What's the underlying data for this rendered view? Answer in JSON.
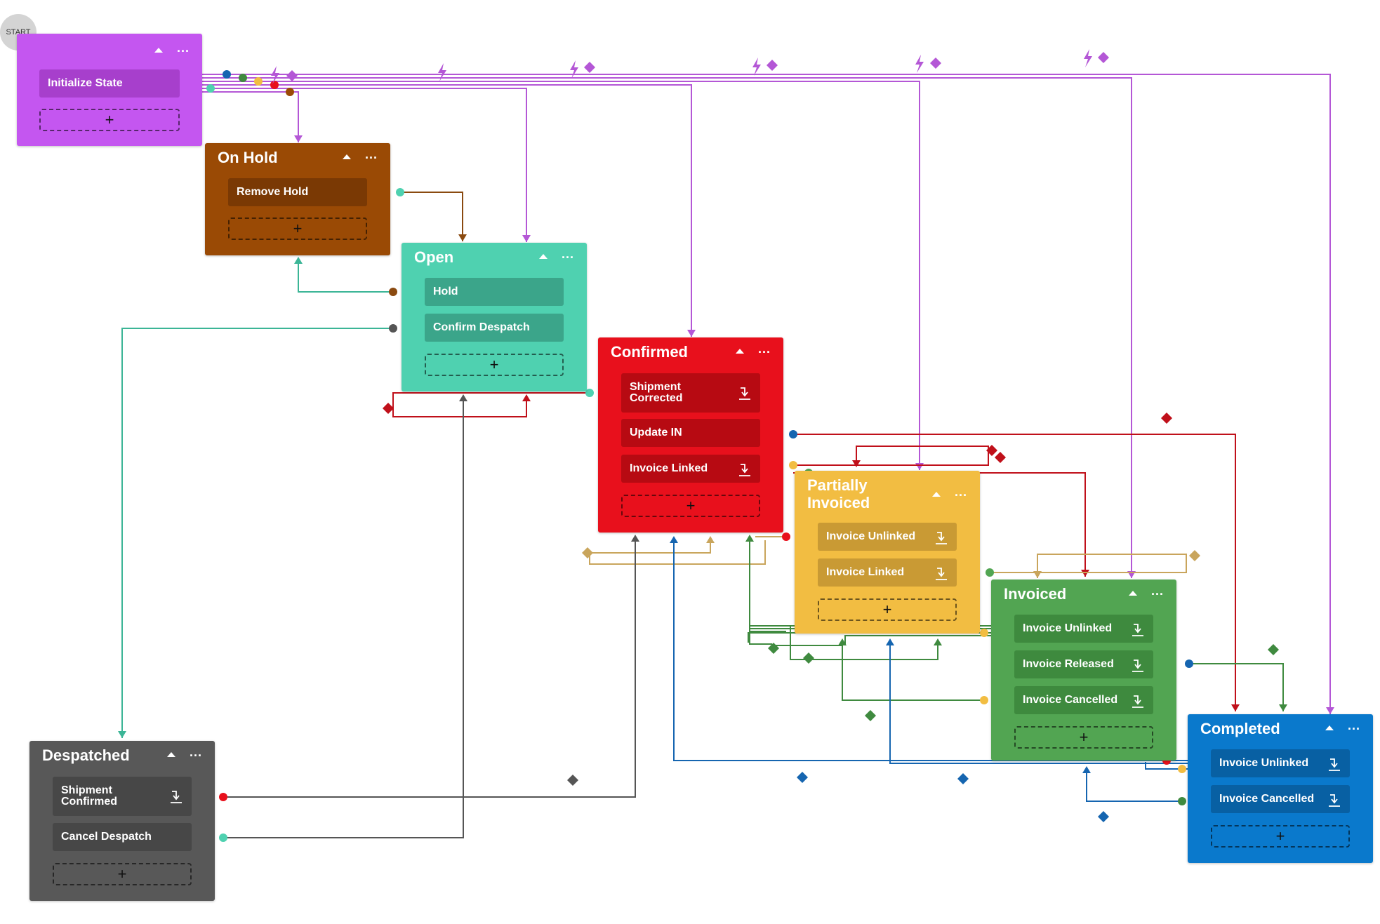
{
  "start": {
    "label": "START"
  },
  "colors": {
    "initialize": "#c456f0",
    "on_hold": "#9a4a05",
    "open": "#4fd1b0",
    "confirmed": "#e8101c",
    "partially_invoiced": "#f2bd42",
    "invoiced": "#52a552",
    "completed": "#0a79cc",
    "despatched": "#585858",
    "wire_purple": "#b457d6",
    "wire_red": "#c0101a",
    "wire_teal": "#3bb596",
    "wire_brown": "#8a4a10",
    "wire_gold": "#c9a55c",
    "wire_green": "#3f8a3f",
    "wire_blue": "#1565b0",
    "wire_gray": "#555555"
  },
  "icons": {
    "collapse": "caret-up-icon",
    "more": "more-icon",
    "transition_target": "arrow-into-icon",
    "trigger": "lightning-icon",
    "condition": "diamond-icon",
    "add": "plus-icon"
  },
  "more_label": "...",
  "add_label": "+",
  "states": {
    "initialize": {
      "title": "",
      "transitions": [
        "Initialize State"
      ]
    },
    "on_hold": {
      "title": "On Hold",
      "transitions": [
        "Remove Hold"
      ]
    },
    "open": {
      "title": "Open",
      "transitions": [
        "Hold",
        "Confirm Despatch"
      ]
    },
    "confirmed": {
      "title": "Confirmed",
      "transitions": [
        "Shipment\nCorrected",
        "Update IN",
        "Invoice Linked"
      ]
    },
    "partially_invoiced": {
      "title": "Partially\nInvoiced",
      "transitions": [
        "Invoice Unlinked",
        "Invoice Linked"
      ]
    },
    "invoiced": {
      "title": "Invoiced",
      "transitions": [
        "Invoice Unlinked",
        "Invoice Released",
        "Invoice Cancelled"
      ]
    },
    "completed": {
      "title": "Completed",
      "transitions": [
        "Invoice Unlinked",
        "Invoice Cancelled"
      ]
    },
    "despatched": {
      "title": "Despatched",
      "transitions": [
        "Shipment\nConfirmed",
        "Cancel Despatch"
      ]
    }
  }
}
